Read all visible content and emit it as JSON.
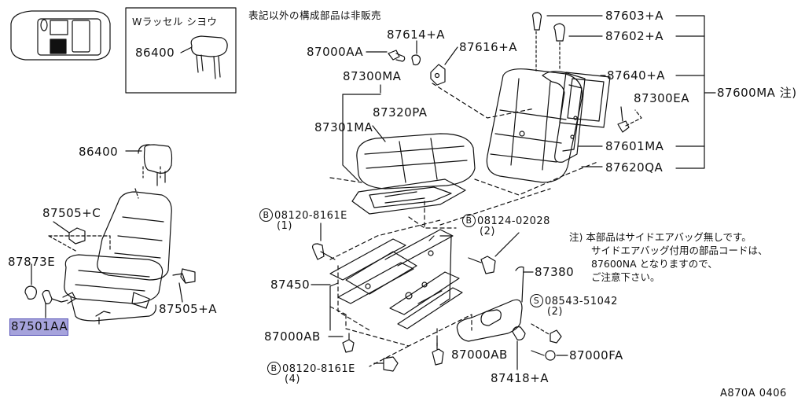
{
  "inset_title": "Wラッセル シヨウ",
  "inset_part": "86400",
  "header_note": "表記以外の構成部品は非販売",
  "parts": {
    "p86400": "86400",
    "p87505c": "87505+C",
    "p87873e": "87873E",
    "p87501aa": "87501AA",
    "p87505a": "87505+A",
    "p87614a": "87614+A",
    "p87000aa": "87000AA",
    "p87616a": "87616+A",
    "p87300ma": "87300MA",
    "p87320pa": "87320PA",
    "p87301ma": "87301MA",
    "p87603a": "87603+A",
    "p87602a": "87602+A",
    "p87640a": "87640+A",
    "p87300ea": "87300EA",
    "p87600ma": "87600MA 注)",
    "p87601ma": "87601MA",
    "p87620qa": "87620QA",
    "p87450": "87450",
    "p87380": "87380",
    "p87000ab_l": "87000AB",
    "p87000ab_r": "87000AB",
    "p87418a": "87418+A",
    "p87000fa": "87000FA"
  },
  "bolts": {
    "b1_code": "08120-8161E",
    "b1_qty": "(1)",
    "b2_code": "08124-02028",
    "b2_qty": "(2)",
    "b3_code": "08543-51042",
    "b3_qty": "(2)",
    "b4_code": "08120-8161E",
    "b4_qty": "(4)",
    "b_marker": "B",
    "s_marker": "S"
  },
  "notes": {
    "line1": "注) 本部品はサイドエアバッグ無しです。",
    "line2": "サイドエアバッグ付用の部品コードは、",
    "line3": "87600NA となりますので、",
    "line4": "ご注意下さい。"
  },
  "footer_code": "A870A 0406",
  "highlight_color": "#a6a3dc"
}
